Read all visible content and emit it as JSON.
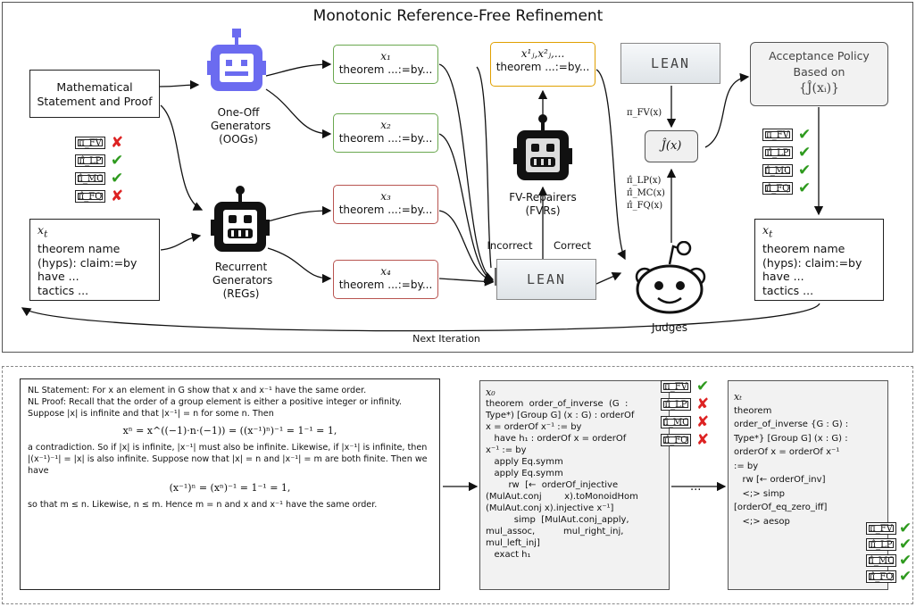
{
  "title": "Monotonic Reference-Free Refinement",
  "statement_box": "Mathematical Statement and Proof",
  "xt_box": {
    "var": "x_t",
    "lines": [
      "theorem name",
      "(hyps): claim:=by",
      "have ...",
      "tactics ..."
    ]
  },
  "oog": {
    "label": "One-Off Generators (OOGs)"
  },
  "reg": {
    "label": "Recurrent Generators (REGs)"
  },
  "candidates": [
    {
      "var": "x₁",
      "text": "theorem ...:=by..."
    },
    {
      "var": "x₂",
      "text": "theorem ...:=by..."
    },
    {
      "var": "x₃",
      "text": "theorem ...:=by..."
    },
    {
      "var": "x₄",
      "text": "theorem ...:=by..."
    }
  ],
  "fv_candidate": {
    "var": "x¹ⱼ,x²ⱼ,...",
    "text": "theorem ...:=by..."
  },
  "fvr": {
    "label": "FV-Repairers (FVRs)"
  },
  "lean_logo": "LEAN",
  "edge_incorrect": "Incorrect",
  "edge_correct": "Correct",
  "judges": "Judges",
  "jhat": "Ĵ(x)",
  "pi_fv_label": "π_FV(x)",
  "pi_hat_labels": [
    "π̂_LP(x)",
    "π̂_MC(x)",
    "π̂_FQ(x)"
  ],
  "acceptance": {
    "line1": "Acceptance Policy",
    "line2": "Based on",
    "line3": "{Ĵ(xᵢ)}"
  },
  "next_iteration": "Next Iteration",
  "left_checks": [
    {
      "name": "π_FV",
      "status": "fail"
    },
    {
      "name": "π̂_LP",
      "status": "pass"
    },
    {
      "name": "π̂_MC",
      "status": "pass"
    },
    {
      "name": "π̂_FQ",
      "status": "fail"
    }
  ],
  "right_checks": [
    {
      "name": "π_FV",
      "status": "pass"
    },
    {
      "name": "π̂_LP",
      "status": "pass"
    },
    {
      "name": "π̂_MC",
      "status": "pass"
    },
    {
      "name": "π̂_FQ",
      "status": "pass"
    }
  ],
  "x0_checks": [
    {
      "name": "π_FV",
      "status": "pass"
    },
    {
      "name": "π̂_LP",
      "status": "fail"
    },
    {
      "name": "π̂_MC",
      "status": "fail"
    },
    {
      "name": "π̂_FQ",
      "status": "fail"
    }
  ],
  "xt_checks": [
    {
      "name": "π_FV",
      "status": "pass"
    },
    {
      "name": "π̂_LP",
      "status": "pass"
    },
    {
      "name": "π̂_MC",
      "status": "pass"
    },
    {
      "name": "π̂_FQ",
      "status": "pass"
    }
  ],
  "nl": {
    "p1": "NL Statement: For x an element in G show that x and x⁻¹ have the same order.",
    "p2": "NL Proof: Recall that the order of a group element is either a positive integer or infinity. Suppose |x| is infinite and that |x⁻¹| = n for some n. Then",
    "eq1": "xⁿ = x^((−1)·n·(−1)) = ((x⁻¹)ⁿ)⁻¹ = 1⁻¹ = 1,",
    "p3": "a contradiction. So if |x| is infinite, |x⁻¹| must also be infinite. Likewise, if |x⁻¹| is infinite, then |(x⁻¹)⁻¹| = |x| is also infinite. Suppose now that |x| = n and |x⁻¹| = m are both finite. Then we have",
    "eq2": "(x⁻¹)ⁿ = (xⁿ)⁻¹ = 1⁻¹ = 1,",
    "p4": "so that m ≤ n. Likewise, n ≤ m. Hence m = n and x and x⁻¹ have the same order."
  },
  "x0_code": {
    "var": "x₀",
    "lines": [
      "theorem  order_of_inverse  (G  :",
      "Type*) [Group G] (x : G) : orderOf",
      "x = orderOf x⁻¹ := by",
      "   have h₁ : orderOf x = orderOf",
      "x⁻¹ := by",
      "   apply Eq.symm",
      "   apply Eq.symm",
      "        rw  [←  orderOf_injective",
      "(MulAut.conj        x).toMonoidHom",
      "(MulAut.conj x).injective x⁻¹]",
      "          simp  [MulAut.conj_apply,",
      "mul_assoc,          mul_right_inj,",
      "mul_left_inj]",
      "   exact h₁"
    ]
  },
  "xt_code": {
    "var": "xₜ",
    "lines": [
      "theorem",
      "order_of_inverse {G : G) :",
      "Type*} [Group G] (x : G) :",
      "orderOf x = orderOf x⁻¹",
      ":= by",
      "   rw [← orderOf_inv]",
      "   <;> simp",
      "[orderOf_eq_zero_iff]",
      "   <;> aesop"
    ]
  },
  "ellipsis": "...",
  "colors": {
    "green": "#6aa84f",
    "orange": "#e0a000",
    "red": "#b85450",
    "robot_blue": "#6b6bf0",
    "check": "#2e9a1e",
    "cross": "#dd2222"
  }
}
